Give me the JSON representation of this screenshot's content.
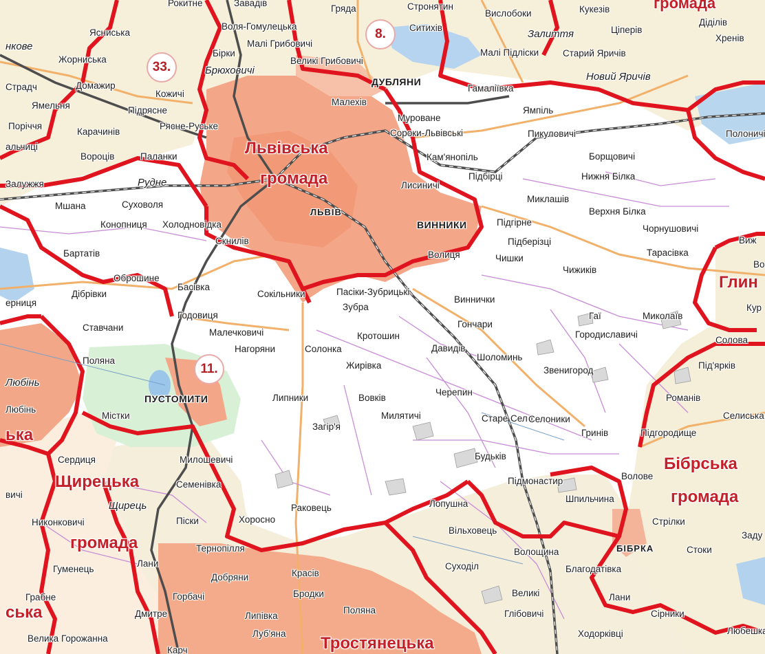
{
  "colors": {
    "boundary": "#e0141e",
    "urban": "#f4a688",
    "community_fill": "#f7eed8",
    "green": "#d9f3dc",
    "water": "#a9cdee",
    "rail": "#555555",
    "road": "#f0b46e",
    "minor": "#c27bd4"
  },
  "badges": {
    "b8": "8.",
    "b33": "33.",
    "b11": "11."
  },
  "hromadas": {
    "lviv_1": "Львівська",
    "lviv_2": "громада",
    "shchyr_1": "Щирецька",
    "shchyr_2": "громада",
    "bibrka_1": "Бібрська",
    "bibrka_2": "громада",
    "trost": "Тростянецька",
    "hlyn": "Глин",
    "lub_part": "ська",
    "shch_left": "ька"
  },
  "places": {
    "rokytne": "Рокитне",
    "zavadiv": "Завадів",
    "hriada": "Гряда",
    "stroniatyn": "Стронятин",
    "vyslobky": "Вислобоки",
    "kukeziv": "Кукезів",
    "hromada_top": "громада",
    "yasniska": "Ясниська",
    "volia_homul": "Воля-Гомулецька",
    "sytykhiv": "Ситихів",
    "zalytsi": "Залиття",
    "tseperiv": "Ціперів",
    "didyliv": "Діділів",
    "khreniv": "Хренів",
    "nkove": "нкове",
    "zhornyska": "Жорниська",
    "mali_hryb": "Малі Грибовичі",
    "mali_pidlisky": "Малі Підліски",
    "staryi_yarychiv": "Старий Яричів",
    "birky": "Бірки",
    "velyki_hryb": "Великі Грибовичі",
    "briukh": "Брюховичі",
    "dubliany": "ДУБЛЯНИ",
    "novyi_yarychiv": "Новий Яричів",
    "stradch": "Страдч",
    "domazhyr": "Домажир",
    "kozhychi": "Кожичі",
    "hamaliivka": "Гамаліївка",
    "malekhiv": "Малехів",
    "yamelnia": "Ямельня",
    "pidriasne": "Підрясне",
    "murovane": "Муроване",
    "yampil": "Ямпіль",
    "porichchia": "Поріччя",
    "karachyniv": "Карачинів",
    "riasne": "Рясне-Руське",
    "soroky": "Сороки-Львівські",
    "pykulovychi": "Пикуловичі",
    "polonychi": "Полоничі",
    "valnytsi": "альчиці",
    "vorotsiv": "Вороців",
    "palanky": "Паланки",
    "kamianopil": "Кам'янопіль",
    "borshchovychi": "Борщовичі",
    "zaluzhzhia": "Залужжя",
    "rudne": "Рудне",
    "lysynychi": "Лисиничі",
    "pidbirtsi": "Підбірці",
    "nyzhnia_bilka": "Нижня Білка",
    "mshana": "Мшана",
    "sukhovolia": "Суховоля",
    "lviv": "ЛЬВІВ",
    "myklashiv": "Миклашів",
    "verkhnia_bilka": "Верхня Білка",
    "konopnytsia": "Конопниця",
    "kholodnovidka": "Холодновідка",
    "vynnyky": "ВИННИКИ",
    "pidhirne": "Підгірне",
    "choruchovychi": "Чорнушовичі",
    "bartativ": "Бартатів",
    "sknyliv": "Скнилів",
    "pidberiztsi": "Підберізці",
    "vyzh": "Виж",
    "obroshyne": "Оброшине",
    "basivka": "Басівка",
    "volytsia": "Волиця",
    "chyshky": "Чишки",
    "tarasivka": "Тарасівка",
    "ernytsia": "ерниця",
    "dibrivky": "Дібрівки",
    "sokilnyky": "Сокільники",
    "pasiky": "Пасіки-Зубрицькі",
    "chyzhykiv": "Чижиків",
    "vo": "Во",
    "stavchany": "Ставчани",
    "hodovytsia": "Годовиця",
    "zubra": "Зубра",
    "vynnychky": "Виннички",
    "hai": "Гаї",
    "mykolaiv": "Миколаїв",
    "kur": "Кур",
    "malechkovychi": "Малечковичі",
    "honchary": "Гончари",
    "horodyslavychi": "Городиславичі",
    "solova": "Солова",
    "poliana": "Поляна",
    "nahoriany": "Нагоряни",
    "solonka": "Солонка",
    "krotoshyn": "Кротошин",
    "davydiv": "Давидів",
    "shollomyn": "Шоломинь",
    "liubin": "Любінь",
    "zhyrivka": "Жирівка",
    "zvenyhorod": "Звенигород",
    "pidiarkiv": "Під'ярків",
    "liubin2": "Любінь",
    "mistky": "Містки",
    "pustomyty": "ПУСТОМИТИ",
    "lypnyky": "Липники",
    "vovkiv": "Вовків",
    "cherepyn": "Черепин",
    "romaniv": "Романів",
    "selyska": "Селиська",
    "myliatychi": "Милятичі",
    "stare_selo": "Старе Село",
    "seloky": "Селоники",
    "zahiria": "Загір'я",
    "hryniv": "Гринів",
    "pidhorodyshche": "Підгородище",
    "serdytsia": "Сердиця",
    "mylosh": "Милошевичі",
    "budkiv": "Будьків",
    "volove": "Волове",
    "semenivka": "Семенівка",
    "pidmonastyr": "Підмонастир",
    "shpylchyna": "Шпильчина",
    "vychi": "вичі",
    "shchyrets": "Щирець",
    "rakovets": "Раковець",
    "lopushna": "Лопушна",
    "strilky": "Стрілки",
    "nykonkovychi": "Никонковичі",
    "pisky": "Піски",
    "khorosno": "Хоросно",
    "vilkhovets": "Вільховець",
    "zad": "Заду",
    "ternopillia": "Тернопілля",
    "voloshchyna": "Волощина",
    "bibrka": "БІБРКА",
    "stoky": "Стоки",
    "humenets": "Гуменець",
    "lany": "Лани",
    "sukhodil": "Суходіл",
    "blahodativka": "Благодатівка",
    "dobriany": "Добряни",
    "krasiv": "Красів",
    "hrabne": "Грабне",
    "horbachi": "Горбачі",
    "brodky": "Бродки",
    "velyki": "Великі",
    "lany2": "Лани",
    "dmytre": "Дмитре",
    "poliana2": "Поляна",
    "hlibovychi": "Глібовичі",
    "sirnyky": "Сірники",
    "lypivka": "Липівка",
    "khodorkivtsi": "Ходорківці",
    "liubeshka": "Любешка",
    "velyka_horozh": "Велика Горожанна",
    "lubiana": "Луб'яна",
    "karch": "Карч"
  }
}
